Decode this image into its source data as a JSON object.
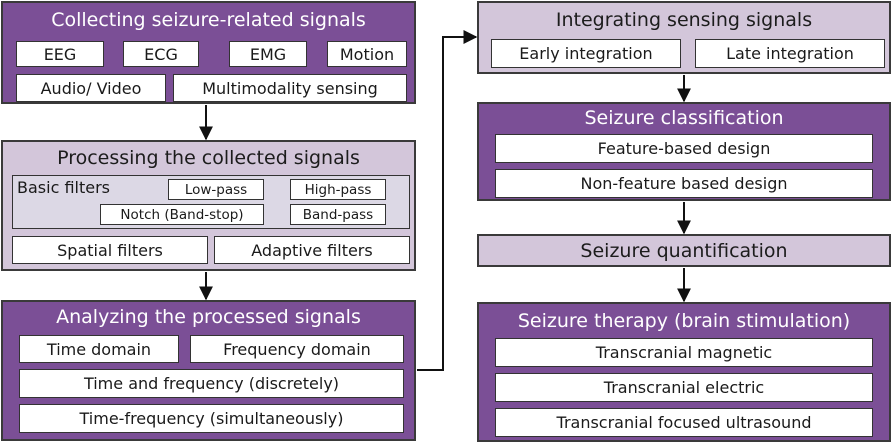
{
  "collecting": {
    "title": "Collecting seizure-related signals",
    "items": [
      "EEG",
      "ECG",
      "EMG",
      "Motion",
      "Audio/ Video",
      "Multimodality sensing"
    ]
  },
  "processing": {
    "title": "Processing the collected signals",
    "basic_filters_label": "Basic filters",
    "basic_filters": [
      "Low-pass",
      "High-pass",
      "Notch (Band-stop)",
      "Band-pass"
    ],
    "items": [
      "Spatial filters",
      "Adaptive filters"
    ]
  },
  "analyzing": {
    "title": "Analyzing the processed signals",
    "items": [
      "Time domain",
      "Frequency domain",
      "Time and frequency (discretely)",
      "Time-frequency (simultaneously)"
    ]
  },
  "integrating": {
    "title": "Integrating sensing signals",
    "items": [
      "Early integration",
      "Late integration"
    ]
  },
  "classification": {
    "title": "Seizure classification",
    "items": [
      "Feature-based design",
      "Non-feature based design"
    ]
  },
  "quantification": {
    "title": "Seizure quantification"
  },
  "therapy": {
    "title": "Seizure therapy (brain stimulation)",
    "items": [
      "Transcranial magnetic",
      "Transcranial electric",
      "Transcranial focused ultrasound"
    ]
  },
  "colors": {
    "dark_panel": "#7b4f96",
    "light_panel": "#d3c6da",
    "filter_panel": "#dcd8e5"
  }
}
